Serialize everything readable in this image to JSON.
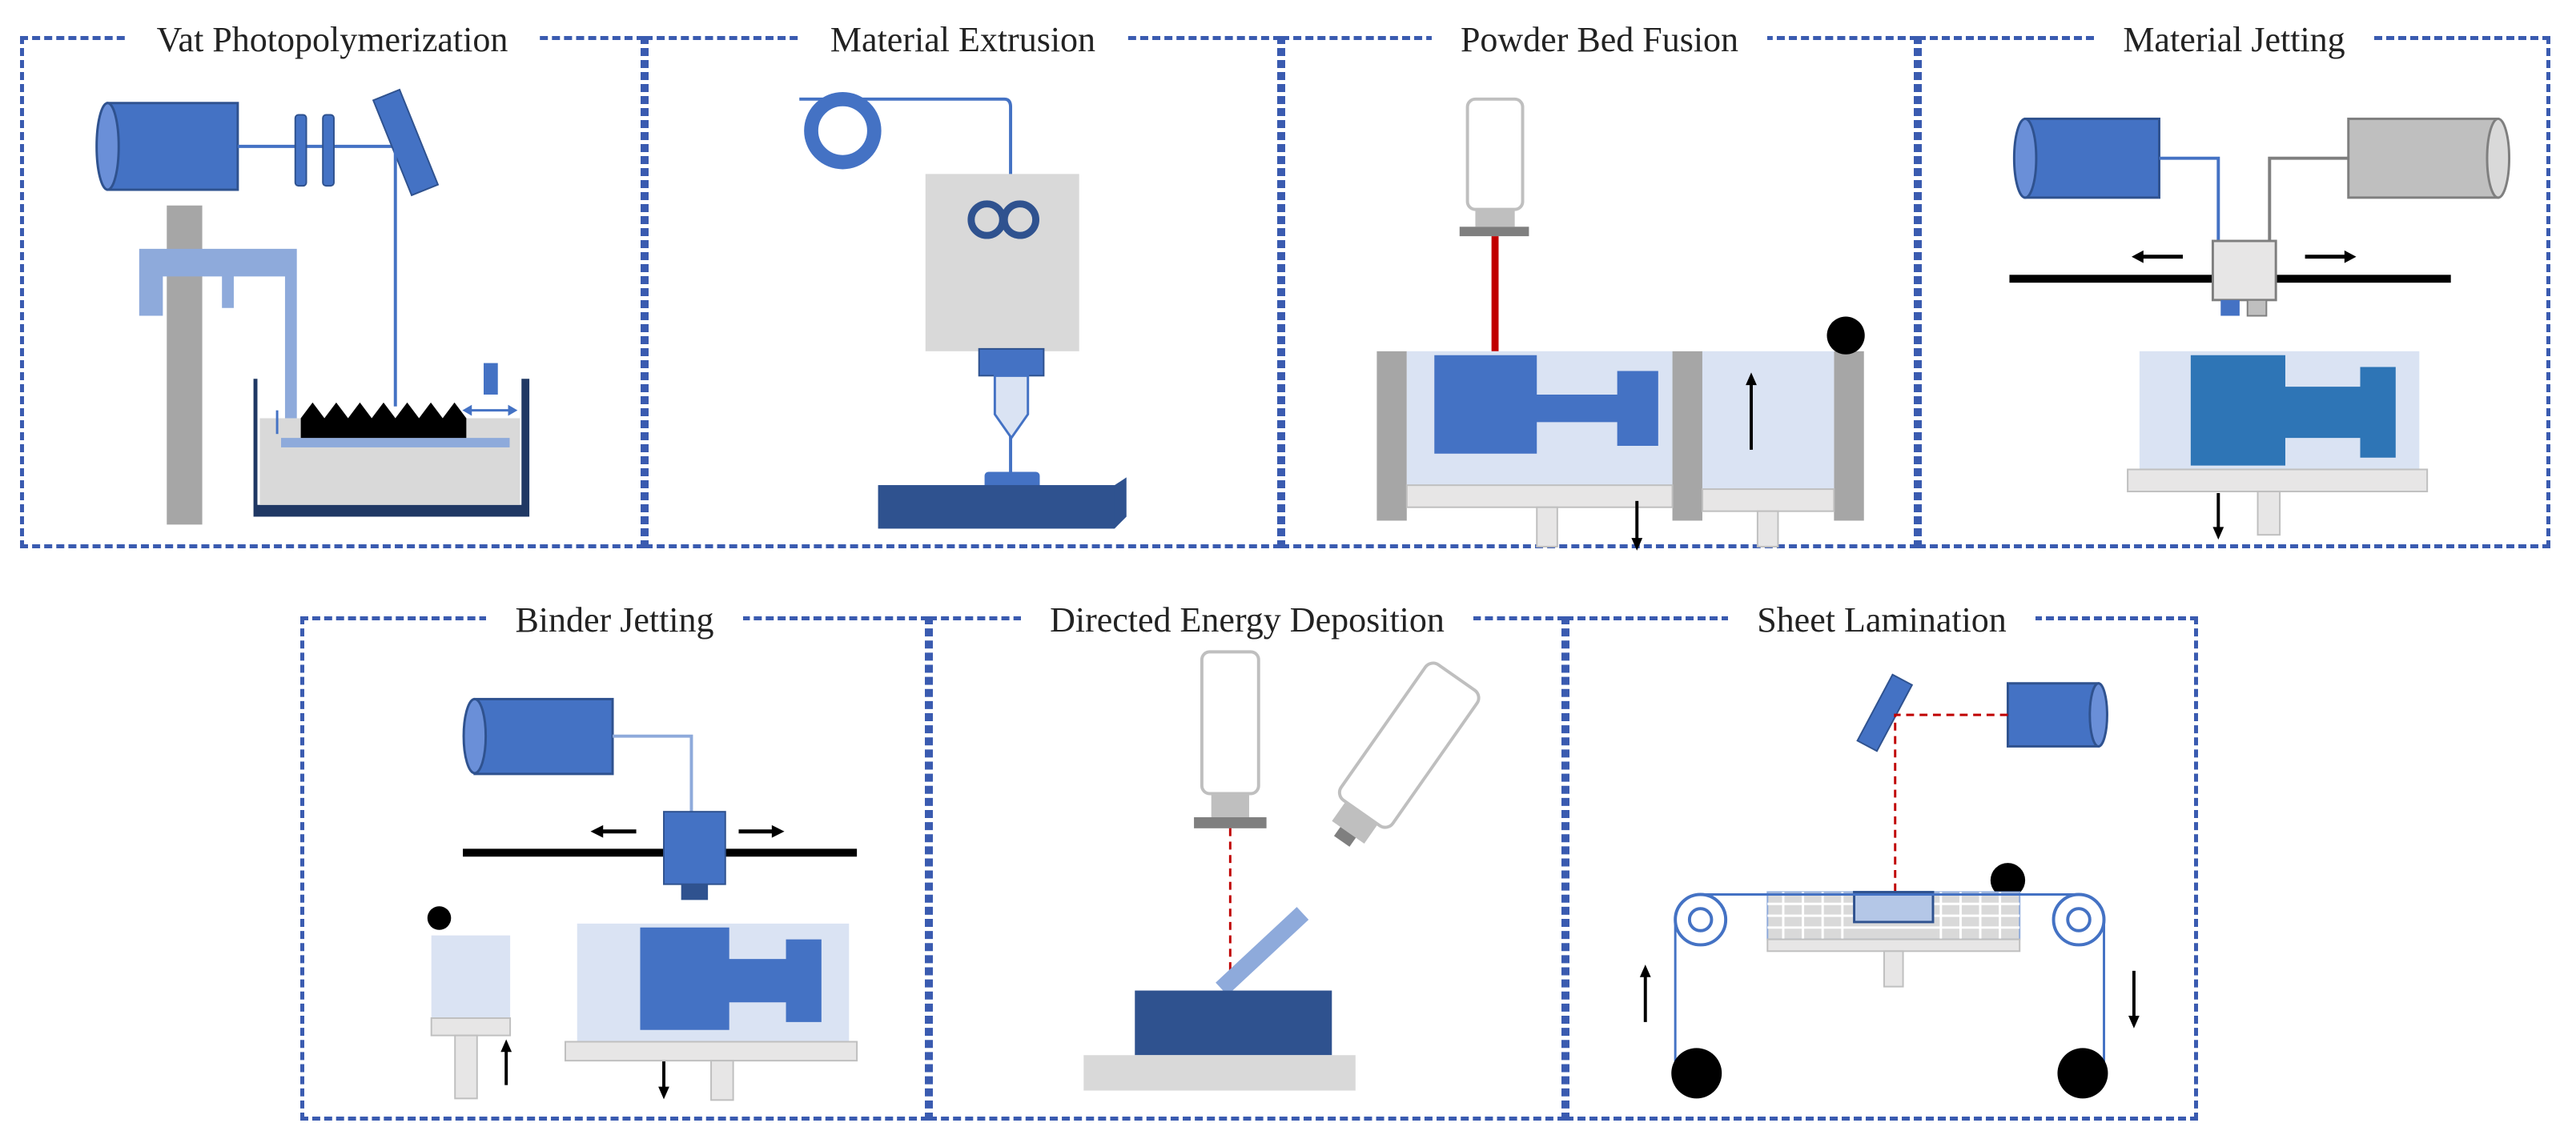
{
  "panels": [
    {
      "id": "vat",
      "title": "Vat Photopolymerization"
    },
    {
      "id": "extrusion",
      "title": "Material Extrusion"
    },
    {
      "id": "pbf",
      "title": "Powder Bed Fusion"
    },
    {
      "id": "jetting",
      "title": "Material Jetting"
    },
    {
      "id": "binder",
      "title": "Binder Jetting"
    },
    {
      "id": "ded",
      "title": "Directed Energy Deposition"
    },
    {
      "id": "sheet",
      "title": "Sheet Lamination"
    }
  ],
  "colors": {
    "border": "#3a5bb0",
    "part_blue": "#4472c4",
    "dark_blue": "#2f528f",
    "light_blue": "#8eaadb",
    "pale_blue": "#dae3f3",
    "gray": "#a6a6a6",
    "light_gray": "#d9d9d9",
    "black": "#000000",
    "laser_red": "#c00000"
  }
}
